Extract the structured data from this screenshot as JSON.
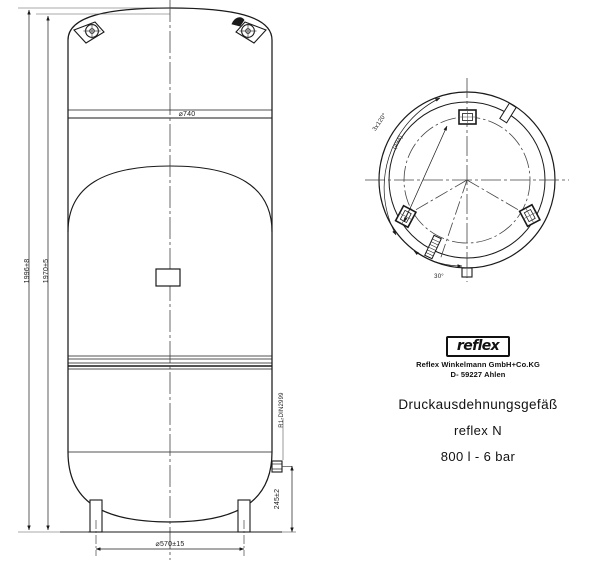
{
  "drawing": {
    "title": "Druckausdehnungsgefäß",
    "model": "reflex N",
    "capacity": "800 l - 6 bar"
  },
  "titleblock": {
    "logo_text": "reflex",
    "company_line1": "Reflex Winkelmann GmbH+Co.KG",
    "company_line2": "D- 59227 Ahlen"
  },
  "front_view": {
    "dimensions": {
      "overall_height": "1996+8",
      "shell_height": "1970±5",
      "body_diameter": "⌀740",
      "foot_circle": "⌀570±15",
      "nozzle_height": "245±2",
      "nozzle_thread": "R1-DIN2999"
    }
  },
  "top_view": {
    "dimensions": {
      "lug_spacing": "3x120°",
      "bolt_circle": "(494)",
      "offset_angle": "30°"
    }
  },
  "colors": {
    "line": "#1a1a1a",
    "thin": "#555555",
    "paper": "#ffffff"
  }
}
